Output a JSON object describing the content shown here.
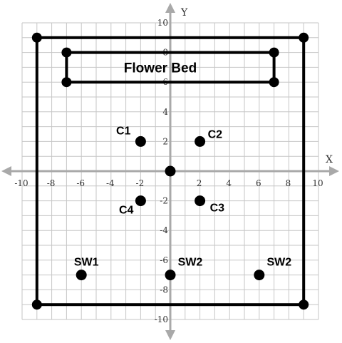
{
  "chart_data": {
    "type": "scatter",
    "title": "",
    "xlabel": "X",
    "ylabel": "Y",
    "xlim": [
      -10,
      10
    ],
    "ylim": [
      -10,
      10
    ],
    "grid": true,
    "grid_step": 1,
    "x_ticks": [
      -10,
      -8,
      -6,
      -4,
      -2,
      2,
      4,
      6,
      8,
      10
    ],
    "y_ticks": [
      -10,
      -8,
      -6,
      -4,
      -2,
      2,
      4,
      6,
      8,
      10
    ],
    "x_tick_labels": [
      "-10",
      "-8",
      "-6",
      "-4",
      "-2",
      "2",
      "4",
      "6",
      "8",
      "10"
    ],
    "y_tick_labels": [
      "-10",
      "-8",
      "-6",
      "-4",
      "-2",
      "2",
      "4",
      "6",
      "8",
      "10"
    ],
    "colors": {
      "axis": "#a9a9a9",
      "grid": "#c6c6c6",
      "marks": "#000000",
      "text": "#333333"
    },
    "points": [
      {
        "label": "C1",
        "x": -2,
        "y": 2,
        "label_side": "upper-left"
      },
      {
        "label": "C2",
        "x": 2,
        "y": 2,
        "label_side": "upper-right"
      },
      {
        "label": "C3",
        "x": 2,
        "y": -2,
        "label_side": "lower-right"
      },
      {
        "label": "C4",
        "x": -2,
        "y": -2,
        "label_side": "lower-left"
      },
      {
        "label": "",
        "x": 0,
        "y": 0,
        "label_side": "none"
      },
      {
        "label": "SW1",
        "x": -6,
        "y": -7,
        "label_side": "above"
      },
      {
        "label": "SW2",
        "x": 0,
        "y": -7,
        "label_side": "above-right"
      },
      {
        "label": "SW2",
        "x": 6,
        "y": -7,
        "label_side": "above-right"
      }
    ],
    "regions": [
      {
        "label": "",
        "corners": [
          [
            -9,
            9
          ],
          [
            9,
            9
          ],
          [
            9,
            -9
          ],
          [
            -9,
            -9
          ]
        ]
      },
      {
        "label": "Flower Bed",
        "corners": [
          [
            -7,
            8
          ],
          [
            7,
            8
          ],
          [
            7,
            6
          ],
          [
            -7,
            6
          ]
        ]
      }
    ]
  }
}
